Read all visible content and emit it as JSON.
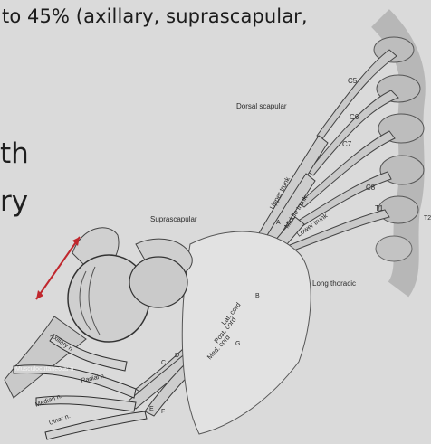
{
  "slide": {
    "headline": "to 45% (axillary, suprascapular,",
    "fragment_1": "th",
    "fragment_2": "ry"
  },
  "illustration": {
    "labels": {
      "dorsal_scapular": "Dorsal scapular",
      "suprascapular": "Suprascapular",
      "upper_trunk": "Upper trunk",
      "middle_trunk": "Middle trunk",
      "lower_trunk": "Lower trunk",
      "long_thoracic": "Long thoracic",
      "lat_cord": "Lat. cord",
      "post_cord": "Post. cord",
      "med_cord": "Med. cord",
      "axillary": "Axillary n.",
      "musculocutaneous": "Musculocutaneous n.",
      "radial": "Radial n.",
      "median": "Median n.",
      "ulnar": "Ulnar n.",
      "c5": "C5",
      "c6": "C6",
      "c7": "C7",
      "c8": "C8",
      "t1": "T1",
      "t2": "T2",
      "letter_a": "A",
      "letter_b": "B",
      "letter_c": "C",
      "letter_d": "D",
      "letter_e": "E",
      "letter_f": "F",
      "letter_g": "G"
    },
    "arrow_color": "#c0272d"
  }
}
